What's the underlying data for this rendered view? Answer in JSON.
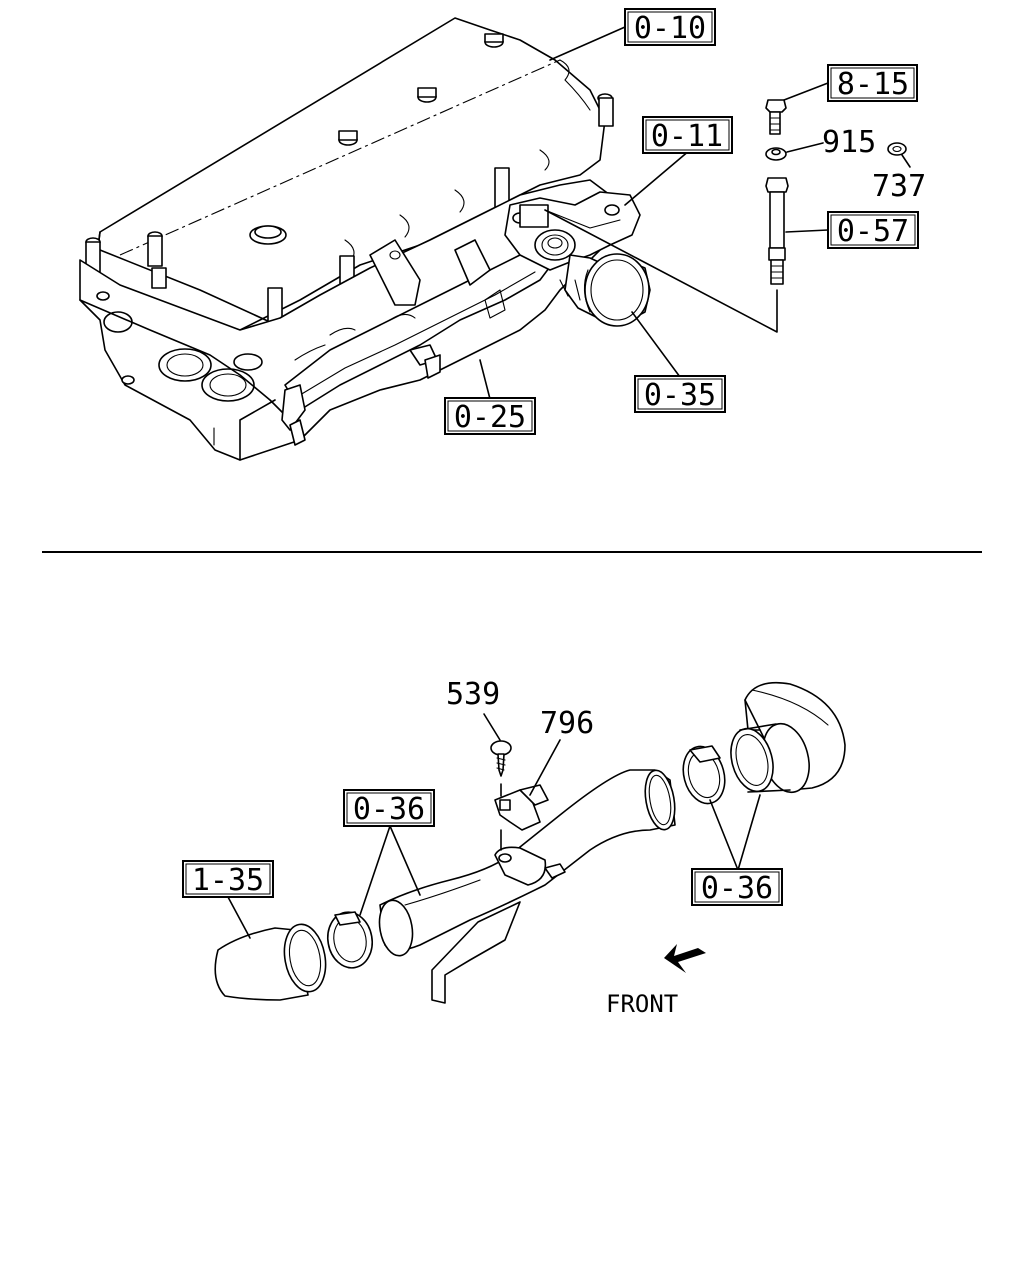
{
  "diagram": {
    "upper_callouts": {
      "cylinder_head": "0-10",
      "bolt_top": "8-15",
      "washer": "915",
      "ring": "737",
      "flange": "0-11",
      "long_bolt": "0-57",
      "throttle": "0-35",
      "manifold": "0-25"
    },
    "lower_callouts": {
      "screw": "539",
      "bracket": "796",
      "clamp_left": "0-36",
      "hose_left": "1-35",
      "clamp_right": "0-36"
    },
    "front_label": "FRONT"
  }
}
